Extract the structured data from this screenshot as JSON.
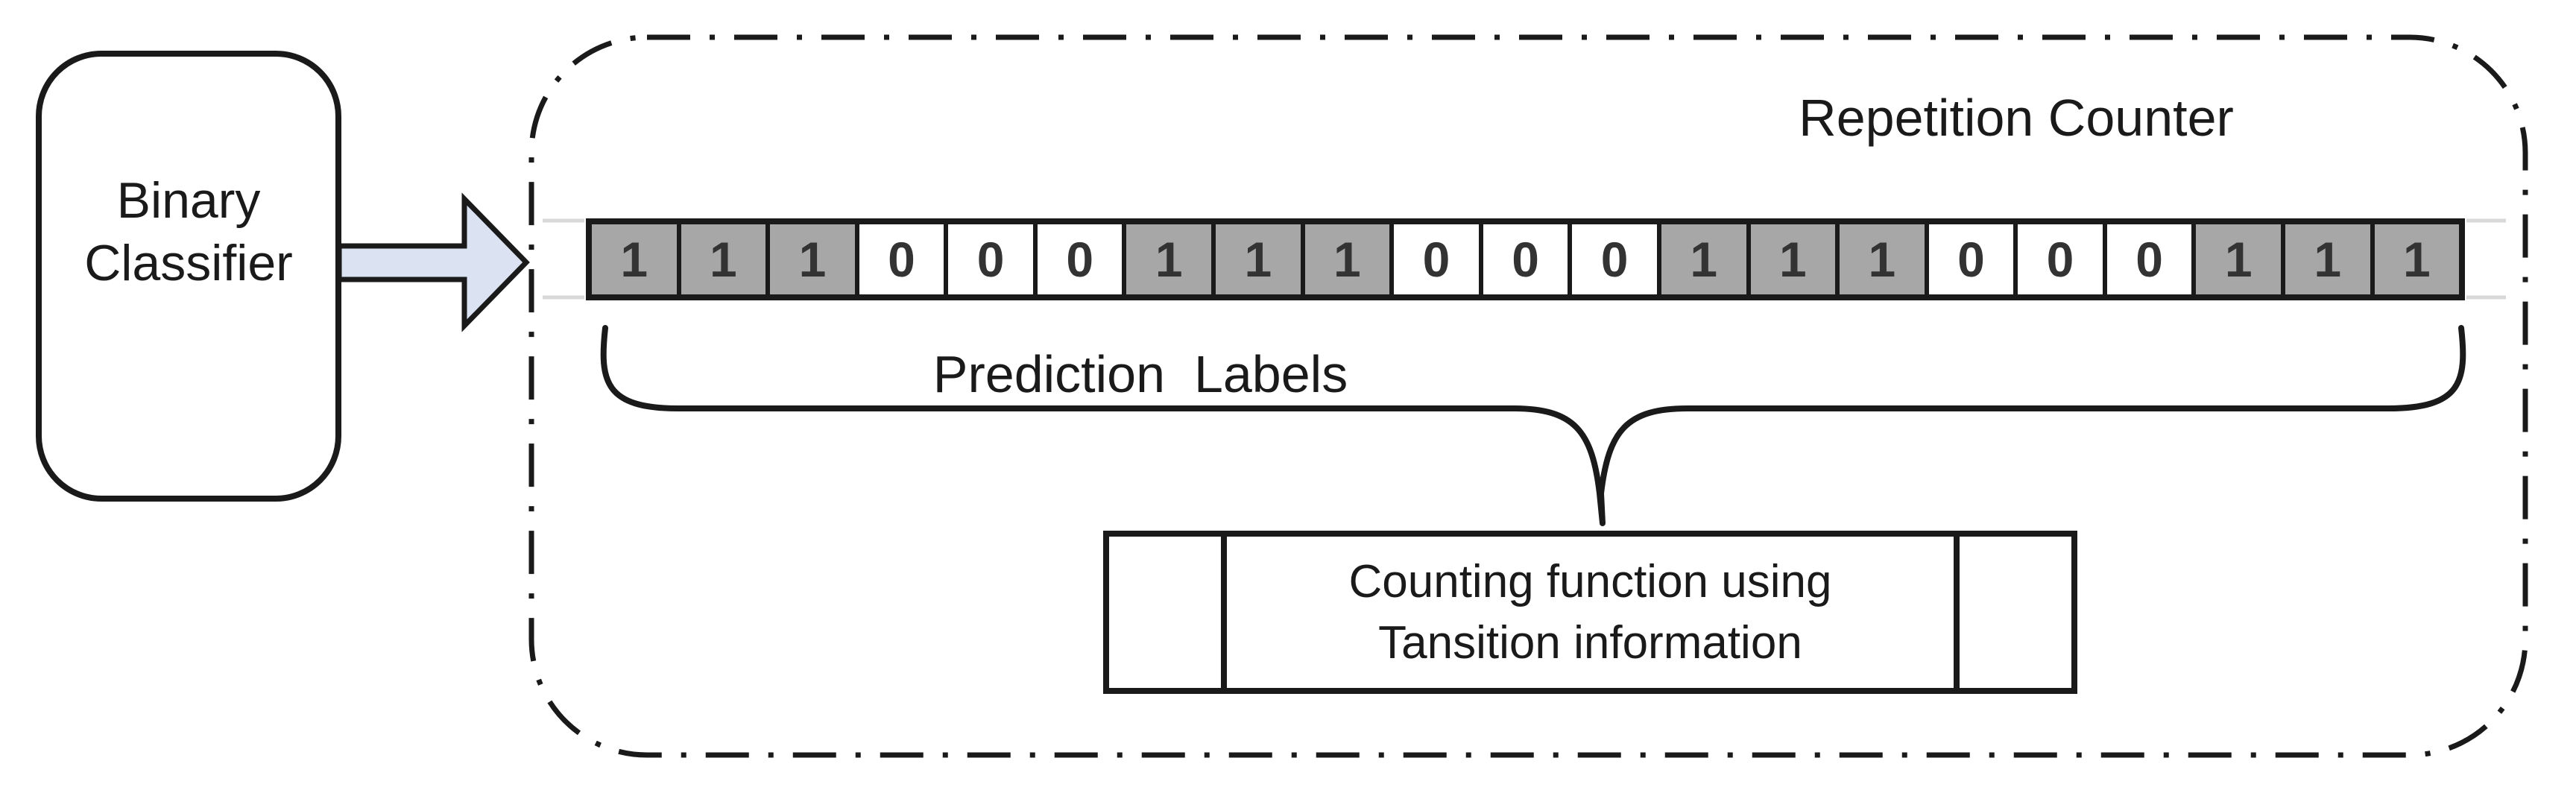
{
  "classifier": {
    "line1": "Binary",
    "line2": "Classifier"
  },
  "repetition_counter_title": "Repetition Counter",
  "prediction_labels_text": "Prediction  Labels",
  "counting": {
    "line1": "Counting function using",
    "line2": "Tansition information"
  },
  "strip": {
    "cells": [
      "1",
      "1",
      "1",
      "0",
      "0",
      "0",
      "1",
      "1",
      "1",
      "0",
      "0",
      "0",
      "1",
      "1",
      "1",
      "0",
      "0",
      "0",
      "1",
      "1",
      "1"
    ]
  },
  "colors": {
    "stroke": "#1a1a1a",
    "cell_one_bg": "#a7a7a7",
    "cell_zero_bg": "#ffffff",
    "digit": "#333333",
    "arrow_fill": "#dbe3f3",
    "faint_line": "#d8d8d8"
  }
}
